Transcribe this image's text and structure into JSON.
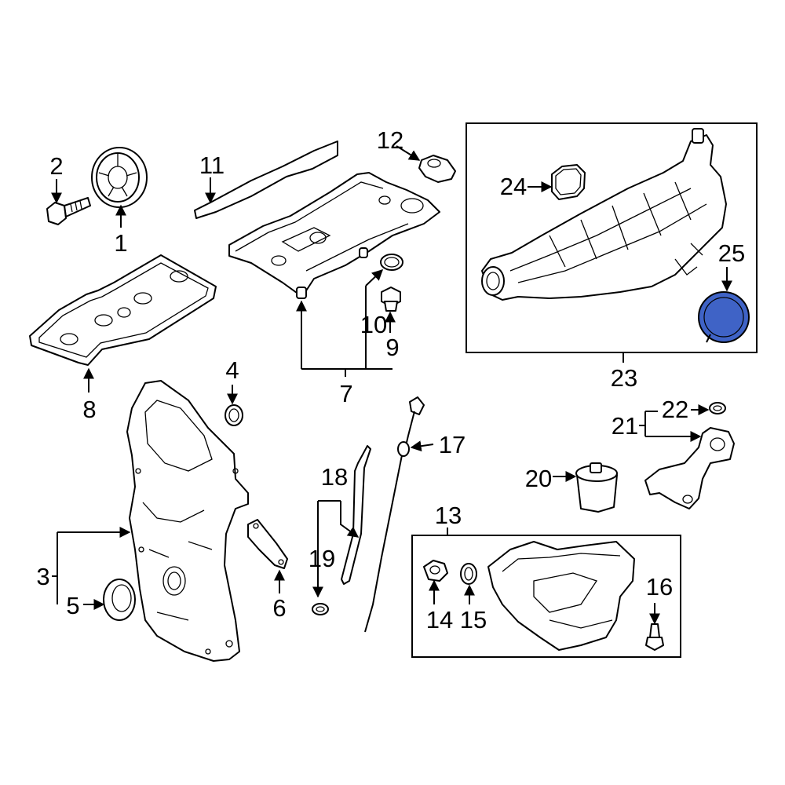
{
  "colors": {
    "highlight": "#3f63c6",
    "line": "#000000",
    "background": "#ffffff"
  },
  "callouts": {
    "c1": "1",
    "c2": "2",
    "c3": "3",
    "c4": "4",
    "c5": "5",
    "c6": "6",
    "c7": "7",
    "c8": "8",
    "c9": "9",
    "c10": "10",
    "c11": "11",
    "c12": "12",
    "c13": "13",
    "c14": "14",
    "c15": "15",
    "c16": "16",
    "c17": "17",
    "c18": "18",
    "c19": "19",
    "c20": "20",
    "c21": "21",
    "c22": "22",
    "c23": "23",
    "c24": "24",
    "c25": "25"
  },
  "highlighted_part": "25"
}
